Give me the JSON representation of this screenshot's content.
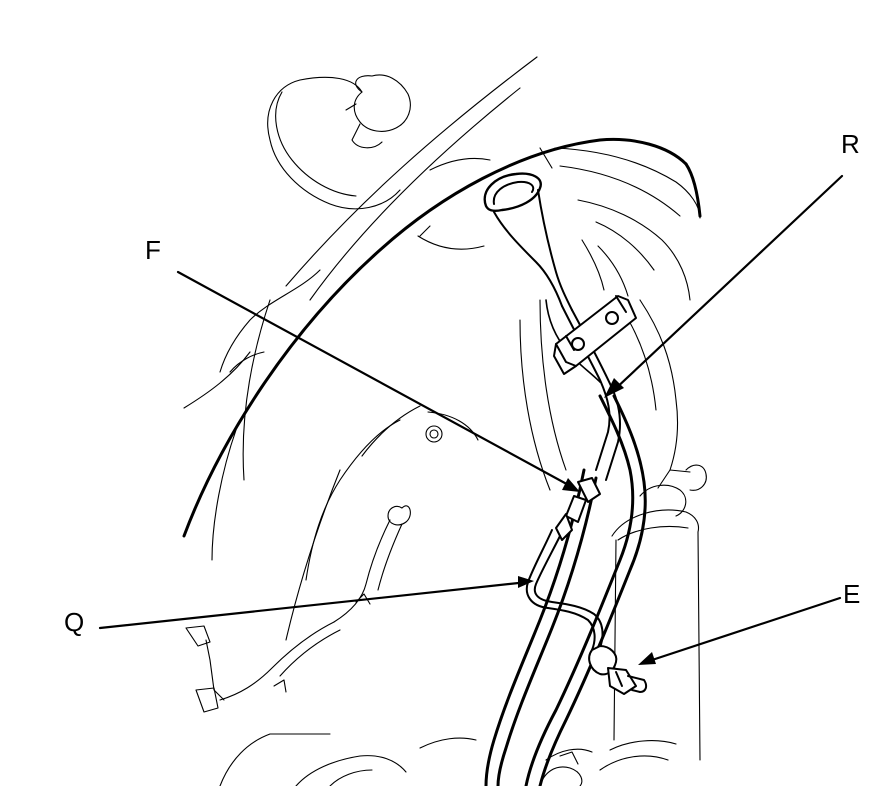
{
  "callouts": {
    "r": "R",
    "f": "F",
    "e": "E",
    "q": "Q"
  },
  "colors": {
    "line": "#000000",
    "background": "#ffffff"
  }
}
